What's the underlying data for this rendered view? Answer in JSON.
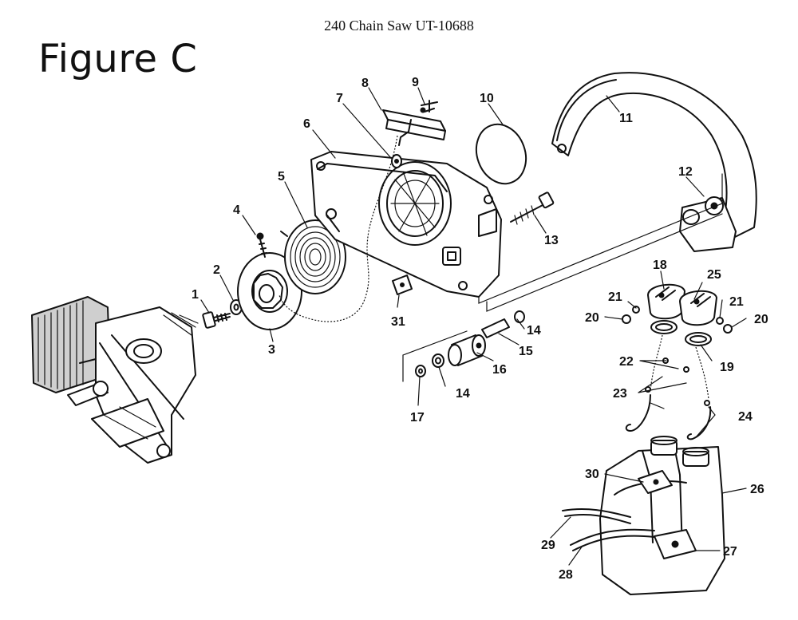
{
  "document": {
    "title": "240 Chain Saw UT-10688",
    "figure_label": "Figure C"
  },
  "callouts": [
    "1",
    "2",
    "3",
    "4",
    "5",
    "6",
    "7",
    "8",
    "9",
    "10",
    "11",
    "12",
    "13",
    "14",
    "15",
    "16",
    "17",
    "18",
    "19",
    "20",
    "21",
    "22",
    "23",
    "24",
    "25",
    "26",
    "27",
    "28",
    "29",
    "30",
    "31"
  ],
  "extra_callouts": [
    "14",
    "20",
    "21"
  ]
}
